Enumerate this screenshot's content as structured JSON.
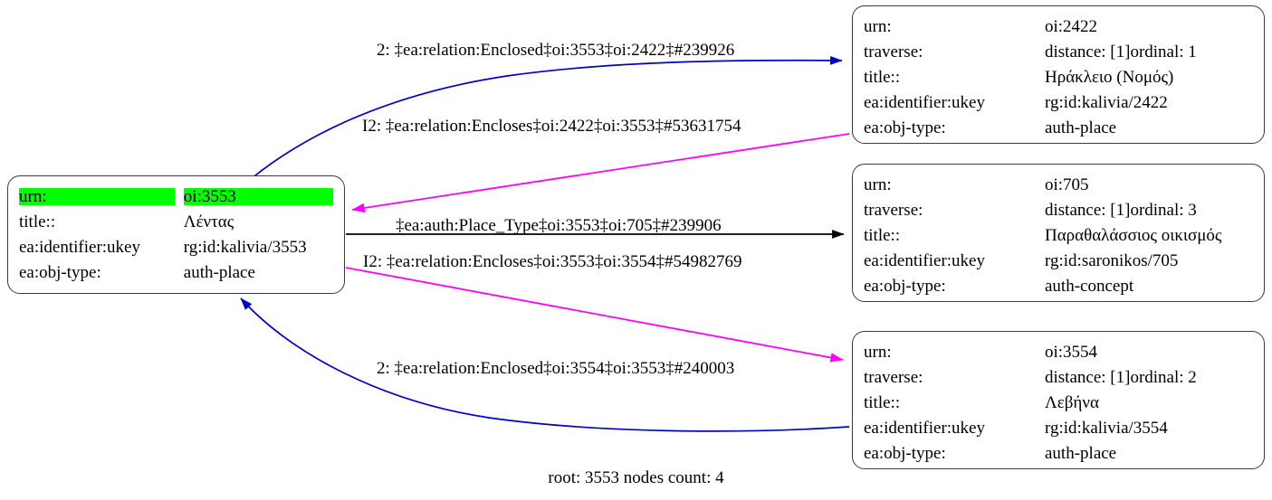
{
  "graph": {
    "caption": "root: 3553 nodes count: 4",
    "colors": {
      "edge_blue": "#0000cc",
      "edge_magenta": "#ff00ff",
      "edge_black": "#000000",
      "node_border": "#3a3a3a",
      "highlight_green": "#00ff00",
      "background": "#ffffff"
    },
    "nodes": [
      {
        "id": "root",
        "highlighted": true,
        "rows": [
          {
            "key": "urn:",
            "value": "oi:3553",
            "highlight": true
          },
          {
            "key": "title::",
            "value": "Λέντας",
            "highlight": false
          },
          {
            "key": "ea:identifier:ukey",
            "value": "rg:id:kalivia/3553",
            "highlight": false
          },
          {
            "key": "ea:obj-type:",
            "value": "auth-place",
            "highlight": false
          }
        ]
      },
      {
        "id": "2422",
        "highlighted": false,
        "rows": [
          {
            "key": "urn:",
            "value": "oi:2422"
          },
          {
            "key": "traverse:",
            "value": "distance: [1]",
            "value2": "ordinal: 1"
          },
          {
            "key": "title::",
            "value": "Ηράκλειο (Νομός)"
          },
          {
            "key": "ea:identifier:ukey",
            "value": "rg:id:kalivia/2422"
          },
          {
            "key": "ea:obj-type:",
            "value": "auth-place"
          }
        ]
      },
      {
        "id": "705",
        "highlighted": false,
        "rows": [
          {
            "key": "urn:",
            "value": "oi:705"
          },
          {
            "key": "traverse:",
            "value": "distance: [1]",
            "value2": "ordinal: 3"
          },
          {
            "key": "title::",
            "value": "Παραθαλάσσιος οικισμός"
          },
          {
            "key": "ea:identifier:ukey",
            "value": "rg:id:saronikos/705"
          },
          {
            "key": "ea:obj-type:",
            "value": "auth-concept"
          }
        ]
      },
      {
        "id": "3554",
        "highlighted": false,
        "rows": [
          {
            "key": "urn:",
            "value": "oi:3554"
          },
          {
            "key": "traverse:",
            "value": "distance: [1]",
            "value2": "ordinal: 2"
          },
          {
            "key": "title::",
            "value": "Λεβήνα"
          },
          {
            "key": "ea:identifier:ukey",
            "value": "rg:id:kalivia/3554"
          },
          {
            "key": "ea:obj-type:",
            "value": "auth-place"
          }
        ]
      }
    ],
    "edges": [
      {
        "id": "e1",
        "label": "2: ‡ea:relation:Enclosed‡oi:3553‡oi:2422‡#239926",
        "color": "#0000cc",
        "from": "root",
        "to": "2422"
      },
      {
        "id": "e2",
        "label": "I2: ‡ea:relation:Encloses‡oi:2422‡oi:3553‡#53631754",
        "color": "#ff00ff",
        "from": "2422",
        "to": "root"
      },
      {
        "id": "e3",
        "label": "‡ea:auth:Place_Type‡oi:3553‡oi:705‡#239906",
        "color": "#000000",
        "from": "root",
        "to": "705"
      },
      {
        "id": "e4",
        "label": "I2: ‡ea:relation:Encloses‡oi:3553‡oi:3554‡#54982769",
        "color": "#ff00ff",
        "from": "root",
        "to": "3554"
      },
      {
        "id": "e5",
        "label": "2: ‡ea:relation:Enclosed‡oi:3554‡oi:3553‡#240003",
        "color": "#0000cc",
        "from": "3554",
        "to": "root"
      }
    ]
  }
}
